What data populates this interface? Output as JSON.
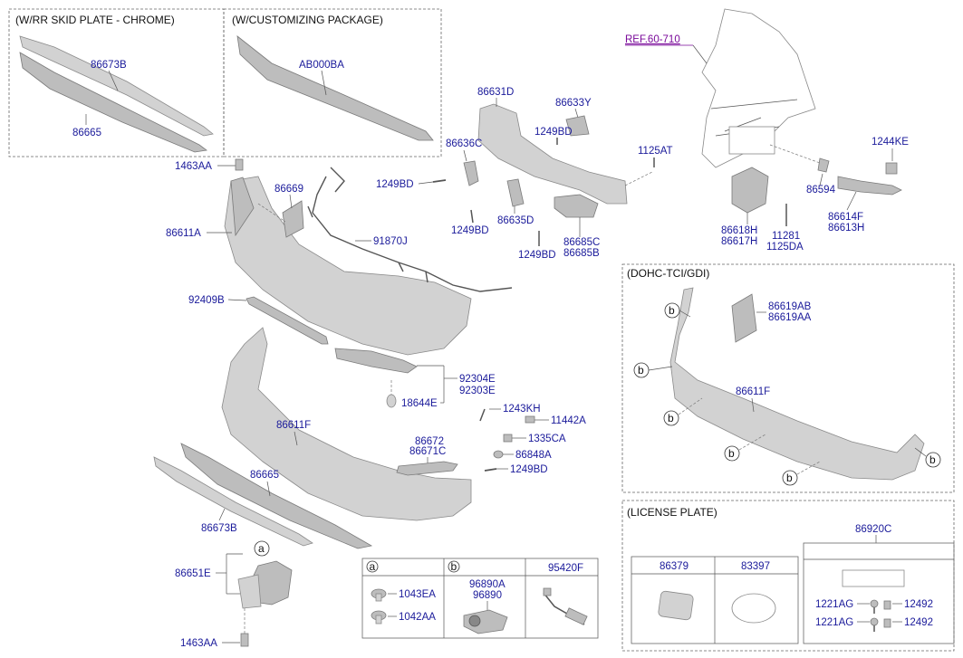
{
  "headers": {
    "skid_plate_chrome": "(W/RR SKID PLATE - CHROME)",
    "customizing_package": "(W/CUSTOMIZING PACKAGE)",
    "dohc": "(DOHC-TCI/GDI)",
    "license_plate": "(LICENSE PLATE)"
  },
  "ref_link": "REF.60-710",
  "labels": {
    "p86673B_top": "86673B",
    "p86665_top": "86665",
    "pAB000BA": "AB000BA",
    "p1463AA_top": "1463AA",
    "p86669": "86669",
    "p86611A": "86611A",
    "p91870J": "91870J",
    "p92409B": "92409B",
    "p92304E": "92304E",
    "p92303E": "92303E",
    "p18644E": "18644E",
    "p1243KH": "1243KH",
    "p11442A": "11442A",
    "p1335CA": "1335CA",
    "p86672": "86672",
    "p86671C": "86671C",
    "p86848A": "86848A",
    "p1249BD_bottom": "1249BD",
    "p86611F_main": "86611F",
    "p86665_main": "86665",
    "p86673B_main": "86673B",
    "p86651E": "86651E",
    "p1463AA_bottom": "1463AA",
    "p86631D": "86631D",
    "p86633Y": "86633Y",
    "p1249BD_a": "1249BD",
    "p86636C": "86636C",
    "p1249BD_b": "1249BD",
    "p86635D": "86635D",
    "p1249BD_c": "1249BD",
    "p1249BD_d": "1249BD",
    "p86685C": "86685C",
    "p86685B": "86685B",
    "p1125AT": "1125AT",
    "p1244KE": "1244KE",
    "p86594": "86594",
    "p86614F": "86614F",
    "p86613H": "86613H",
    "p86618H": "86618H",
    "p86617H": "86617H",
    "p11281": "11281",
    "p1125DA": "1125DA",
    "p86619AB": "86619AB",
    "p86619AA": "86619AA",
    "p86611F_dohc": "86611F",
    "p86920C": "86920C",
    "p86379": "86379",
    "p83397": "83397",
    "p1221AG_1": "1221AG",
    "p1221AG_2": "1221AG",
    "p12492_1": "12492",
    "p12492_2": "12492"
  },
  "legend": {
    "a_marker": "a",
    "b_marker": "b",
    "p1043EA": "1043EA",
    "p1042AA": "1042AA",
    "p96890A": "96890A",
    "p96890": "96890",
    "p95420F": "95420F"
  },
  "callouts": {
    "a": "a",
    "b": "b"
  }
}
